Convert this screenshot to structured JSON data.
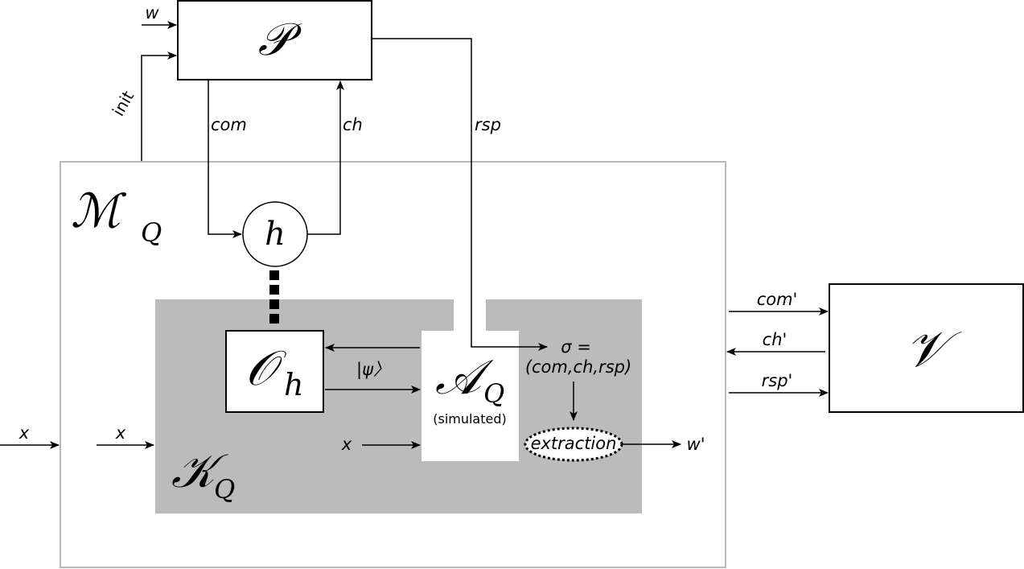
{
  "prover": {
    "symbol": "𝒫",
    "input_w": "w",
    "init": "init",
    "com": "com",
    "ch": "ch",
    "rsp": "rsp"
  },
  "machine": {
    "symbol": "ℳ",
    "subscript": "Q"
  },
  "hash": {
    "symbol": "h"
  },
  "extractor": {
    "symbol": "𝒦",
    "subscript": "Q",
    "input_x": "x"
  },
  "oracle": {
    "symbol": "𝒪",
    "subscript": "h"
  },
  "psi_label": "|ψ〉",
  "adversary": {
    "symbol": "𝒜",
    "subscript": "Q",
    "note": "(simulated)",
    "input_x": "x"
  },
  "sigma": {
    "line1": "σ =",
    "line2": "(com,ch,rsp)"
  },
  "extraction": {
    "label": "extraction",
    "output": "w'"
  },
  "outer_input_x": "x",
  "verifier": {
    "symbol": "𝒱",
    "com": "com'",
    "ch": "ch'",
    "rsp": "rsp'"
  },
  "colors": {
    "line": "#000000",
    "outer_box_border": "#b8b8b8",
    "gray_region": "#bbbbbb",
    "white": "#ffffff"
  }
}
